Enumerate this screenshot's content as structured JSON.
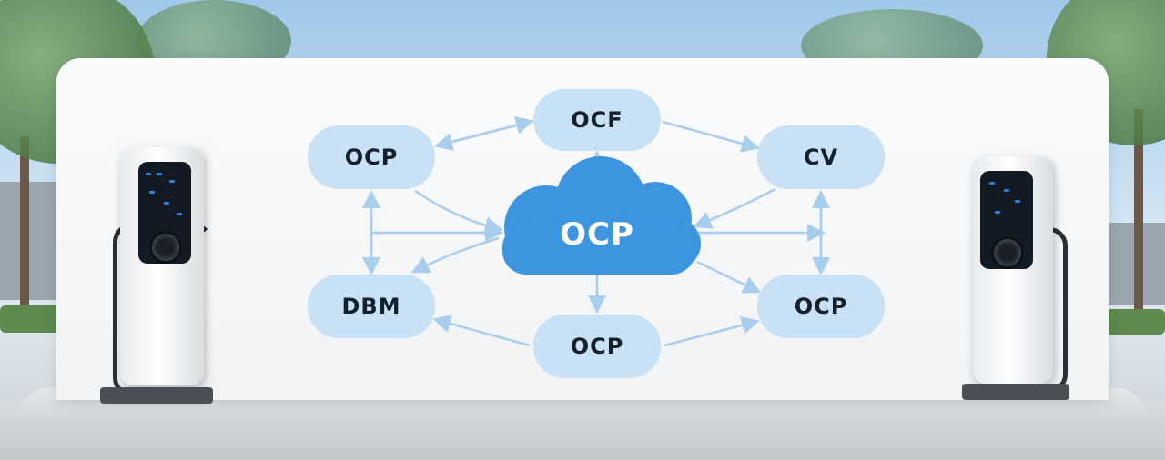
{
  "diagram": {
    "center": {
      "label": "OCP"
    },
    "nodes": [
      {
        "id": "top",
        "label": "OCF"
      },
      {
        "id": "top-left",
        "label": "OCP"
      },
      {
        "id": "top-right",
        "label": "CV"
      },
      {
        "id": "bottom-left",
        "label": "DBM"
      },
      {
        "id": "bottom",
        "label": "OCP"
      },
      {
        "id": "bottom-right",
        "label": "OCP"
      }
    ]
  },
  "colors": {
    "node_fill": "#c9e1f5",
    "cloud_fill": "#3d95e0",
    "arrow": "#a9cdec",
    "node_text": "#14202b",
    "wall": "#f5f7f9"
  },
  "icons": [
    "ev-charger-left",
    "ev-charger-right",
    "cloud-icon"
  ]
}
